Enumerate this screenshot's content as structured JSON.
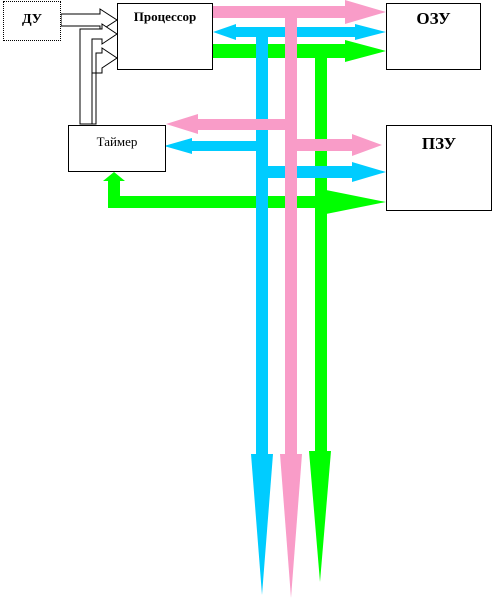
{
  "blocks": {
    "du": "ДУ",
    "processor": "Процессор",
    "ozu": "ОЗУ",
    "timer": "Таймер",
    "pzu": "ПЗУ"
  },
  "colors": {
    "address_bus": "#F99CC8",
    "data_bus": "#00CCFF",
    "control_bus": "#00FF00",
    "outline": "#000000"
  }
}
